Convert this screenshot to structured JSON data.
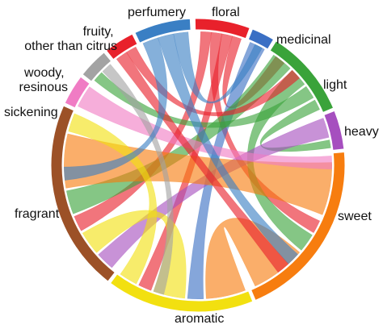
{
  "chart_data": {
    "type": "chord",
    "groups": [
      {
        "id": "floral",
        "label": "floral",
        "color": "#e8212b",
        "start": -0.02,
        "end": 0.36
      },
      {
        "id": "medicinal",
        "label": "medicinal",
        "color": "#3a6fc4",
        "start": 0.38,
        "end": 0.54
      },
      {
        "id": "light",
        "label": "light",
        "color": "#3aa33a",
        "start": 0.56,
        "end": 1.17
      },
      {
        "id": "heavy",
        "label": "heavy",
        "color": "#a64fbf",
        "start": 1.19,
        "end": 1.46
      },
      {
        "id": "sweet",
        "label": "sweet",
        "color": "#f77d0f",
        "start": 1.48,
        "end": 2.74
      },
      {
        "id": "aromatic",
        "label": "aromatic",
        "color": "#f2e010",
        "start": 2.76,
        "end": 3.78
      },
      {
        "id": "fragrant",
        "label": "fragrant",
        "color": "#9c5127",
        "start": 3.8,
        "end": 5.13
      },
      {
        "id": "sickening",
        "label": "sickening",
        "color": "#f07cc4",
        "start": 5.15,
        "end": 5.36
      },
      {
        "id": "woody",
        "label": "woody, resinous",
        "color": "#a3a3a3",
        "start": 5.38,
        "end": 5.59
      },
      {
        "id": "fruity",
        "label": "fruity, other than citrus",
        "color": "#e8212b",
        "start": 5.61,
        "end": 5.82
      },
      {
        "id": "perfumery",
        "label": "perfumery",
        "color": "#3a7fc4",
        "start": 5.84,
        "end": 6.23
      }
    ],
    "chords": [
      {
        "source": "floral",
        "target": "fragrant",
        "s": [
          0.02,
          0.1
        ],
        "t": [
          4.2,
          4.32
        ]
      },
      {
        "source": "floral",
        "target": "sweet",
        "s": [
          0.1,
          0.18
        ],
        "t": [
          2.0,
          2.1
        ]
      },
      {
        "source": "floral",
        "target": "aromatic",
        "s": [
          0.18,
          0.26
        ],
        "t": [
          3.5,
          3.6
        ]
      },
      {
        "source": "floral",
        "target": "light",
        "s": [
          0.26,
          0.33
        ],
        "t": [
          0.62,
          0.7
        ]
      },
      {
        "source": "medicinal",
        "target": "aromatic",
        "s": [
          0.4,
          0.52
        ],
        "t": [
          3.1,
          3.22
        ]
      },
      {
        "source": "light",
        "target": "fragrant",
        "s": [
          0.6,
          0.76
        ],
        "t": [
          4.34,
          4.52
        ]
      },
      {
        "source": "light",
        "target": "sweet",
        "s": [
          0.78,
          0.92
        ],
        "t": [
          2.12,
          2.26
        ]
      },
      {
        "source": "light",
        "target": "woody",
        "s": [
          0.94,
          1.04
        ],
        "t": [
          5.4,
          5.48
        ]
      },
      {
        "source": "light",
        "target": "heavy",
        "s": [
          1.06,
          1.14
        ],
        "t": [
          1.38,
          1.44
        ]
      },
      {
        "source": "heavy",
        "target": "fragrant",
        "s": [
          1.21,
          1.36
        ],
        "t": [
          3.84,
          3.98
        ]
      },
      {
        "source": "sweet",
        "target": "fragrant",
        "s": [
          1.55,
          1.95
        ],
        "t": [
          4.54,
          4.95
        ]
      },
      {
        "source": "sweet",
        "target": "aromatic",
        "s": [
          2.28,
          2.7
        ],
        "t": [
          2.78,
          3.08
        ]
      },
      {
        "source": "aromatic",
        "target": "fragrant",
        "s": [
          3.24,
          3.48
        ],
        "t": [
          4.0,
          4.18
        ]
      },
      {
        "source": "aromatic",
        "target": "fragrant",
        "s": [
          3.62,
          3.76
        ],
        "t": [
          4.97,
          5.11
        ]
      },
      {
        "source": "sickening",
        "target": "sweet",
        "s": [
          5.17,
          5.34
        ],
        "t": [
          1.5,
          1.6
        ]
      },
      {
        "source": "woody",
        "target": "aromatic",
        "s": [
          5.49,
          5.57
        ],
        "t": [
          3.4,
          3.48
        ]
      },
      {
        "source": "fruity",
        "target": "sweet",
        "s": [
          5.63,
          5.72
        ],
        "t": [
          2.4,
          2.5
        ]
      },
      {
        "source": "fruity",
        "target": "light",
        "s": [
          5.72,
          5.8
        ],
        "t": [
          0.78,
          0.86
        ]
      },
      {
        "source": "perfumery",
        "target": "fragrant",
        "s": [
          5.86,
          5.98
        ],
        "t": [
          4.6,
          4.7
        ]
      },
      {
        "source": "perfumery",
        "target": "sweet",
        "s": [
          5.98,
          6.1
        ],
        "t": [
          2.3,
          2.4
        ]
      },
      {
        "source": "perfumery",
        "target": "medicinal",
        "s": [
          6.1,
          6.21
        ],
        "t": [
          0.44,
          0.5
        ]
      }
    ]
  }
}
